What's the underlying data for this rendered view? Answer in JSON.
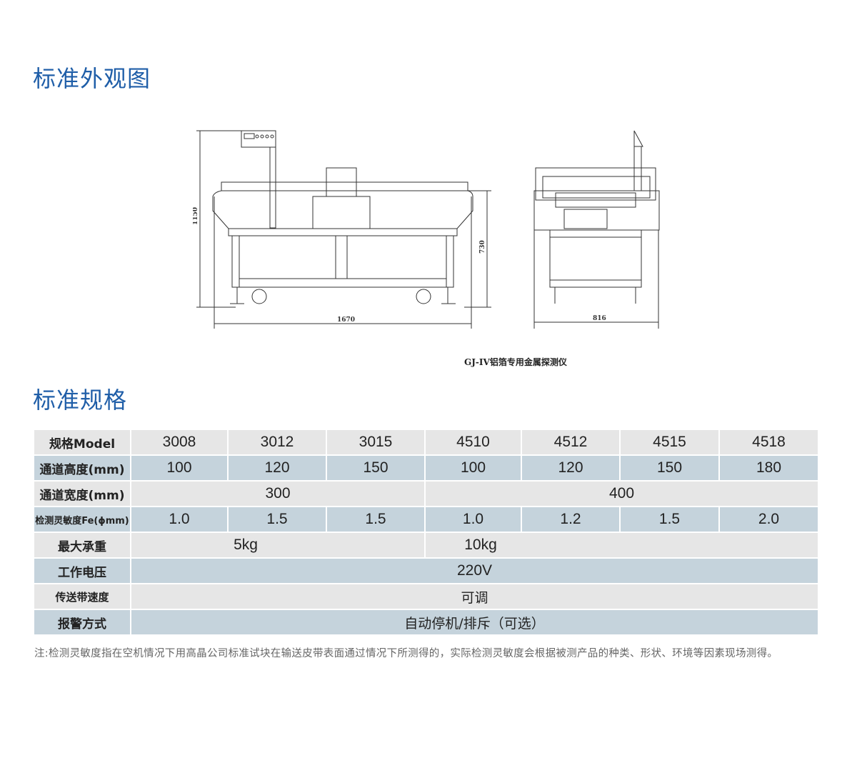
{
  "sections": {
    "appearance_title": "标准外观图",
    "spec_title": "标准规格"
  },
  "drawing": {
    "caption": "GJ-IV铝箔专用金属探测仪",
    "dim_height_total": "1150",
    "dim_height_table": "730",
    "dim_length": "1670",
    "dim_width": "816"
  },
  "table": {
    "labels": [
      "规格Model",
      "通道高度(mm)",
      "通道宽度(mm)",
      "检测灵敏度Fe(ϕmm)",
      "最大承重",
      "工作电压",
      "传送带速度",
      "报警方式"
    ],
    "models": [
      "3008",
      "3012",
      "3015",
      "4510",
      "4512",
      "4515",
      "4518"
    ],
    "heights": [
      "100",
      "120",
      "150",
      "100",
      "120",
      "150",
      "180"
    ],
    "widths": [
      "300",
      "400"
    ],
    "sensitivity": [
      "1.0",
      "1.5",
      "1.5",
      "1.0",
      "1.2",
      "1.5",
      "2.0"
    ],
    "load": [
      "5kg",
      "10kg"
    ],
    "voltage": "220V",
    "speed": "可调",
    "alarm": "自动停机/排斥（可选）"
  },
  "note": "注:检测灵敏度指在空机情况下用高晶公司标准试块在输送皮带表面通过情况下所测得的，实际检测灵敏度会根据被测产品的种类、形状、环境等因素现场测得。"
}
